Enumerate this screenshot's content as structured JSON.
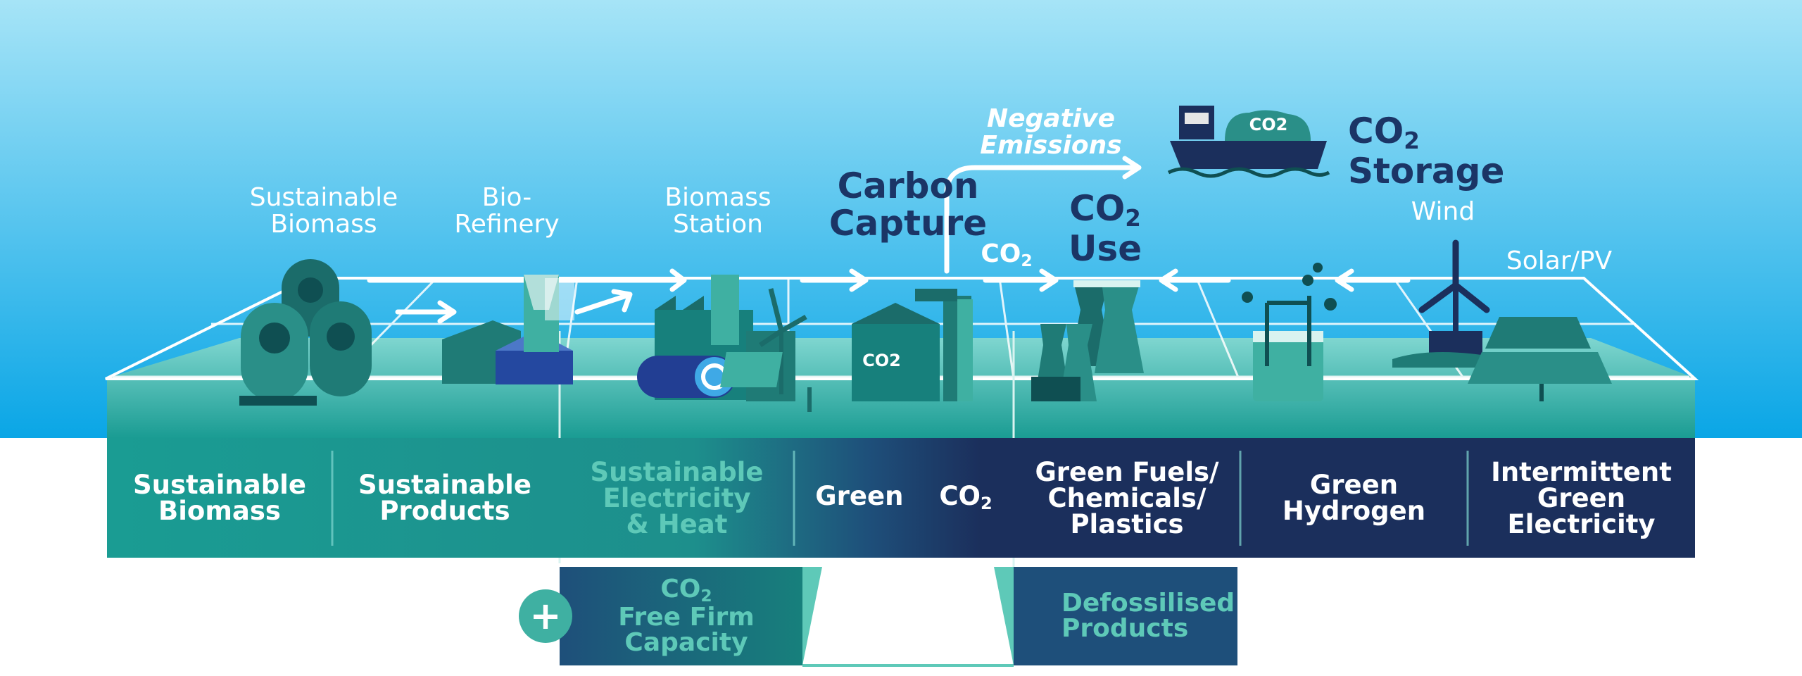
{
  "colors": {
    "sky_top": "#a6e4f7",
    "sky_bottom": "#0aa6e6",
    "teal": "#1a9c93",
    "teal_light": "#5ec9b8",
    "navy": "#1b2f5c",
    "mid_blue": "#1e4f7a",
    "white": "#ffffff"
  },
  "scene_labels": {
    "sustainable_biomass": [
      "Sustainable",
      "Biomass"
    ],
    "bio_refinery": [
      "Bio-",
      "Refinery"
    ],
    "biomass_station": [
      "Biomass",
      "Station"
    ],
    "carbon_capture": [
      "Carbon",
      "Capture"
    ],
    "negative_emissions": [
      "Negative",
      "Emissions"
    ],
    "co2_storage": {
      "co": "CO",
      "sub": "2",
      "line2": "Storage"
    },
    "co2_use": {
      "co": "CO",
      "sub": "2",
      "line2": "Use"
    },
    "co2_flow": {
      "co": "CO",
      "sub": "2"
    },
    "wind": "Wind",
    "solar": "Solar/PV",
    "ship_co2": "CO2",
    "plant_co2": "CO2"
  },
  "bottom_bar": {
    "sustainable_biomass": [
      "Sustainable",
      "Biomass"
    ],
    "sustainable_products": [
      "Sustainable",
      "Products"
    ],
    "sustainable_electricity": [
      "Sustainable",
      "Electricity",
      "& Heat"
    ],
    "green": "Green",
    "co2": {
      "co": "CO",
      "sub": "2"
    },
    "green_fuels": [
      "Green Fuels/",
      "Chemicals/",
      "Plastics"
    ],
    "green_hydrogen": [
      "Green",
      "Hydrogen"
    ],
    "intermittent": [
      "Intermittent",
      "Green",
      "Electricity"
    ]
  },
  "lower_row": {
    "plus": "+",
    "free_firm": {
      "co": "CO",
      "sub": "2",
      "line2": "Free Firm",
      "line3": "Capacity"
    },
    "defossilised": [
      "Defossilised",
      "Products"
    ]
  }
}
